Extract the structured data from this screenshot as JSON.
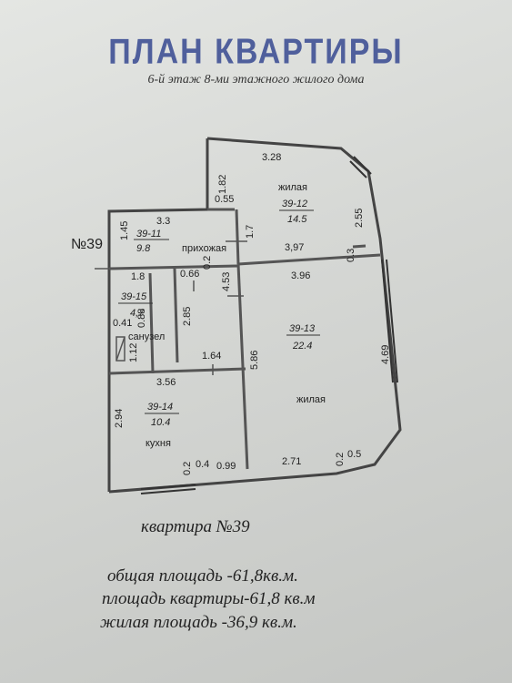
{
  "header": {
    "title": "ПЛАН КВАРТИРЫ",
    "subtitle": "6-й этаж 8-ми этажного жилого дома"
  },
  "plan": {
    "apartment_mark": "№39",
    "rooms": {
      "living1": {
        "code": "39-12",
        "area": "14.5",
        "name": "жилая"
      },
      "hall": {
        "code": "39-11",
        "area": "9.8",
        "name": "прихожая"
      },
      "bath": {
        "code": "39-15",
        "area": "4,7",
        "name": "санузел"
      },
      "living2": {
        "code": "39-13",
        "area": "22.4",
        "name": "жилая"
      },
      "kitchen": {
        "code": "39-14",
        "area": "10.4",
        "name": "кухня"
      }
    },
    "dimensions": {
      "d_328": "3.28",
      "d_182": "1.82",
      "d_055": "0.55",
      "d_255": "2.55",
      "d_33": "3.3",
      "d_145": "1.45",
      "d_17": "1.7",
      "d_397": "3,97",
      "d_03": "0.3",
      "d_02a": "0.2",
      "d_18": "1.8",
      "d_066": "0.66",
      "d_453": "4.53",
      "d_396": "3.96",
      "d_285": "2.85",
      "d_041": "0.41",
      "d_088": "0.88",
      "d_112": "1.12",
      "d_164": "1.64",
      "d_586": "5.86",
      "d_469": "4.69",
      "d_356": "3.56",
      "d_294": "2.94",
      "d_02b": "0.2",
      "d_04": "0.4",
      "d_099": "0.99",
      "d_271": "2.71",
      "d_02c": "0.2",
      "d_05": "0.5"
    }
  },
  "footer": {
    "caption": "квартира №39",
    "total_area": "общая площадь -61,8кв.м.",
    "apartment_area": "площадь квартиры-61,8 кв.м",
    "living_area": "жилая площадь -36,9 кв.м."
  }
}
